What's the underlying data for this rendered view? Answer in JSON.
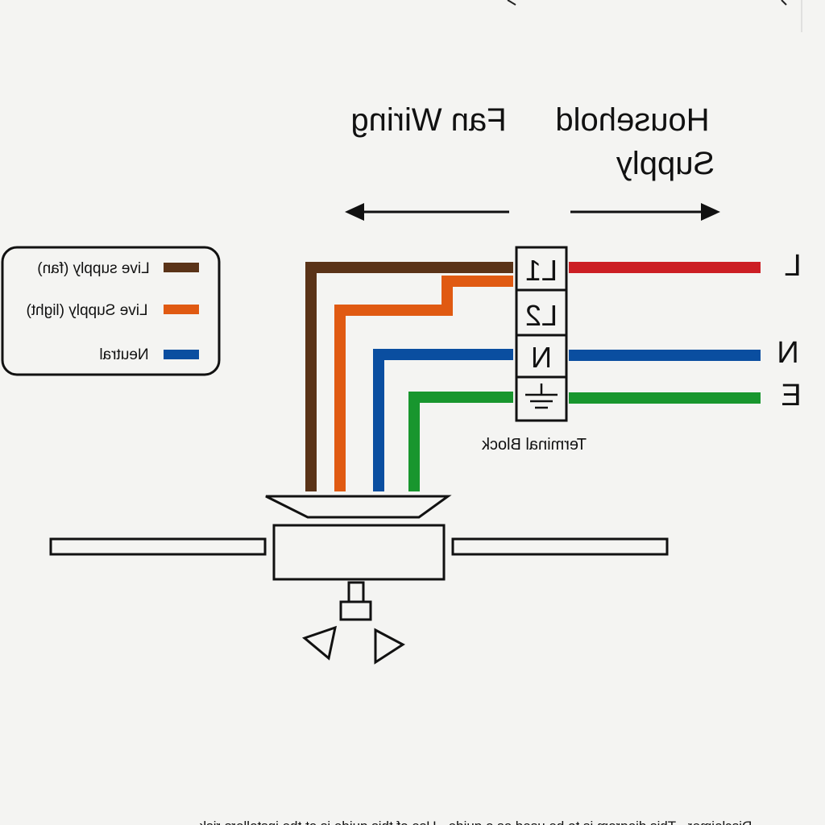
{
  "header": {
    "fan_wiring": "Fan Wiring",
    "household_supply_line1": "Household",
    "household_supply_line2": "Supply"
  },
  "legend": {
    "items": [
      {
        "label": "Live supply (fan)",
        "color": "#5a3318"
      },
      {
        "label": "Live Supply (light)",
        "color": "#e05a12"
      },
      {
        "label": "Neutral",
        "color": "#0a4ea0"
      }
    ]
  },
  "terminal_block": {
    "label": "Terminal Block",
    "terminals": [
      "L1",
      "L2",
      "N"
    ],
    "earth_symbol": "earth-ground-icon"
  },
  "supply": {
    "live": {
      "label": "L",
      "color": "#cc1e24"
    },
    "neutral": {
      "label": "N",
      "color": "#0a4ea0"
    },
    "earth": {
      "label": "E",
      "color": "#18962e"
    }
  },
  "wires": {
    "earth_color": "#18962e"
  },
  "disclaimer": "Disclaimer - This diagram is to be used as a guide - Use of this guide is at the installers risk"
}
